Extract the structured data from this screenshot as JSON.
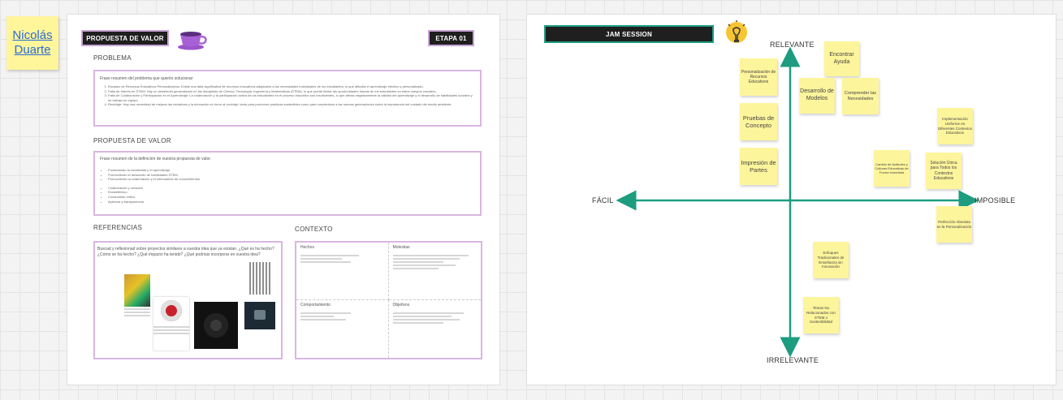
{
  "user_name": "Nicolás Duarte",
  "left_frame": {
    "badge_title": "PROPUESTA DE VALOR",
    "badge_stage": "ETAPA 01",
    "problem": {
      "title": "PROBLEMA",
      "summary": "Frase resumen del problema que querés solucionar",
      "items": [
        "Escasez de Recursos Educativos Personalizados: Existe una falta significativa de recursos educativos adaptados a las necesidades individuales de los estudiantes, lo que dificulta el aprendizaje efectivo y personalizado.",
        "Falta de Interés en STEM: Hay un desinterés generalizado en las disciplinas de Ciencia, Tecnología, Ingeniería y Matemáticas (STEM), lo que puede limitar las oportunidades futuras de los estudiantes en estos campos cruciales.",
        "Falta de Colaboración y Participación en el Aprendizaje: La colaboración y la participación activa de los estudiantes en el proceso educativo son insuficientes, lo que afecta negativamente la calidad del aprendizaje y el desarrollo de habilidades sociales y de trabajo en equipo.",
        "Reciclaje: Hay una necesidad de mejorar las iniciativas y la educación en torno al reciclaje, tanto para promover prácticas sostenibles como para concientizar a las nuevas generaciones sobre la importancia del cuidado del medio ambiente."
      ]
    },
    "value": {
      "title": "PROPUESTA DE VALOR",
      "summary": "Frase resumen de la definición de vuestra propuesta de valor.",
      "bullets_a": [
        "Fomentando la creatividad y el aprendizaje.",
        "Promoviendo el desarrollo de habilidades STEM.",
        "Promoviendo la colaboración y el intercambio de conocimientos."
      ],
      "bullets_b": [
        "Colaboración y creación",
        "Ecosistémico",
        "Consumidor crítico",
        "Apertura y transparencia"
      ]
    },
    "references": {
      "title": "REFERENCIAS",
      "text": "Buscad y reflexionad sobre proyectos similares a vuestra idea que ya existan. ¿Qué es ha hecho? ¿Cómo se ha hecho? ¿Qué impacto ha tenido? ¿Qué podríais incorporar en vuestra idea?"
    },
    "context": {
      "title": "CONTEXTO",
      "cells": [
        "Hechos",
        "Molestias",
        "Comportamiento",
        "Objetivos"
      ]
    }
  },
  "right_frame": {
    "badge_title": "JAM SESSION",
    "axes": {
      "top": "RELEVANTE",
      "bottom": "IRRELEVANTE",
      "left": "FÁCIL",
      "right": "IMPOSIBLE"
    },
    "notes": [
      "Personalización de Recursos Educativos",
      "Pruebas de Concepto",
      "Impresión de Partes",
      "Encontrar Ayuda",
      "Desarrollo de Modelos",
      "Comprender las Necesidades",
      "Implementación Uniforme en Diferentes Contextos Educativos",
      "Cambio de Actitudes y Culturas Educativas de Forma Inmediata",
      "Solución Única para Todos los Contextos Educativos",
      "Perfección Absoluta en la Personalización",
      "Enfoques Tradicionales de Enseñanza sin Innovación",
      "Temas No Relacionados con STEM o Sostenibilidad"
    ]
  },
  "colors": {
    "accent_teal": "#1d9c80",
    "purple_border": "#d9b6e0",
    "sticky_yellow": "#fdf59c"
  }
}
